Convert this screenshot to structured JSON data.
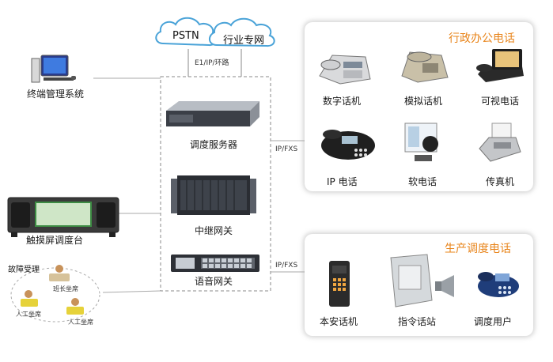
{
  "clouds": {
    "pstn": "PSTN",
    "private_net": "行业专网"
  },
  "link_label": "E1/IP/环路",
  "left": {
    "terminal_mgmt": "终端管理系统",
    "touch_console": "触摸屏调度台",
    "fault": "故障受理",
    "seat_top": "班长坐席",
    "seat_left": "人工坐席",
    "seat_right": "人工坐席"
  },
  "center": {
    "dispatch_server": "调度服务器",
    "trunk_gateway": "中继网关",
    "voice_gateway": "语音网关"
  },
  "ipfxs_top": "IP/FXS",
  "ipfxs_bottom": "IP/FXS",
  "office_panel": {
    "title": "行政办公电话",
    "items": [
      "数字话机",
      "模拟话机",
      "可视电话",
      "IP 电话",
      "软电话",
      "传真机"
    ]
  },
  "production_panel": {
    "title": "生产调度电话",
    "items": [
      "本安话机",
      "指令话站",
      "调度用户"
    ]
  },
  "colors": {
    "panel_title": "#e8841a",
    "cloud_stroke": "#4aa3d8",
    "line": "#9a9a9a"
  }
}
